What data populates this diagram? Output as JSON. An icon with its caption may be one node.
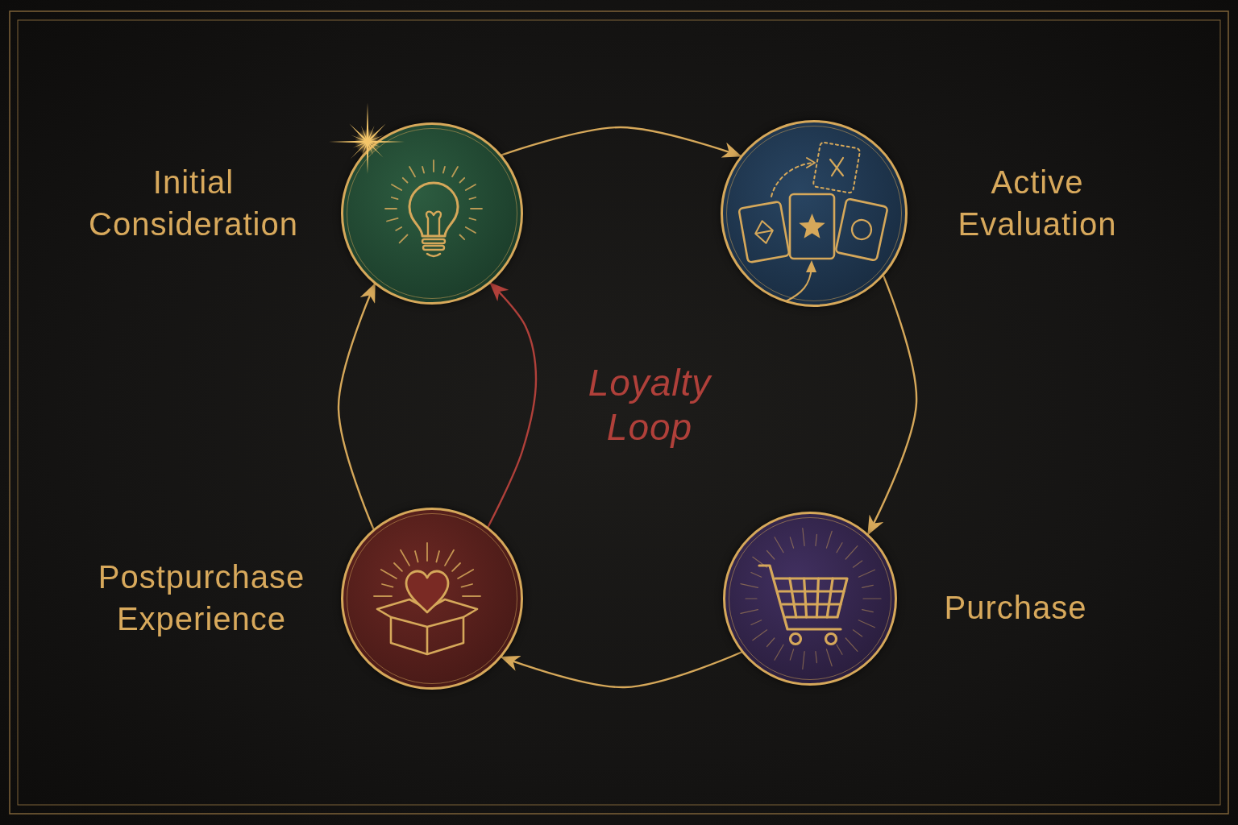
{
  "diagram": {
    "nodes": [
      {
        "text": [
          "Initial Consideration"
        ]
      },
      {
        "text": [
          "Active Evaluation"
        ]
      },
      {
        "text": [
          "Postpurchase Experience"
        ]
      },
      {
        "text": [
          "Purchase"
        ]
      }
    ],
    "edges": [
      {
        "from": 0,
        "to": 1,
        "arrow": "to"
      },
      {
        "from": 1,
        "to": 3,
        "arrow": "to"
      },
      {
        "from": 3,
        "to": 2,
        "arrow": "to"
      },
      {
        "from": 2,
        "to": 0,
        "arrow": "to"
      },
      {
        "from": 2,
        "to": 0,
        "arrow": "to",
        "label": "Loyalty Loop",
        "color": "#b0403a"
      }
    ]
  }
}
